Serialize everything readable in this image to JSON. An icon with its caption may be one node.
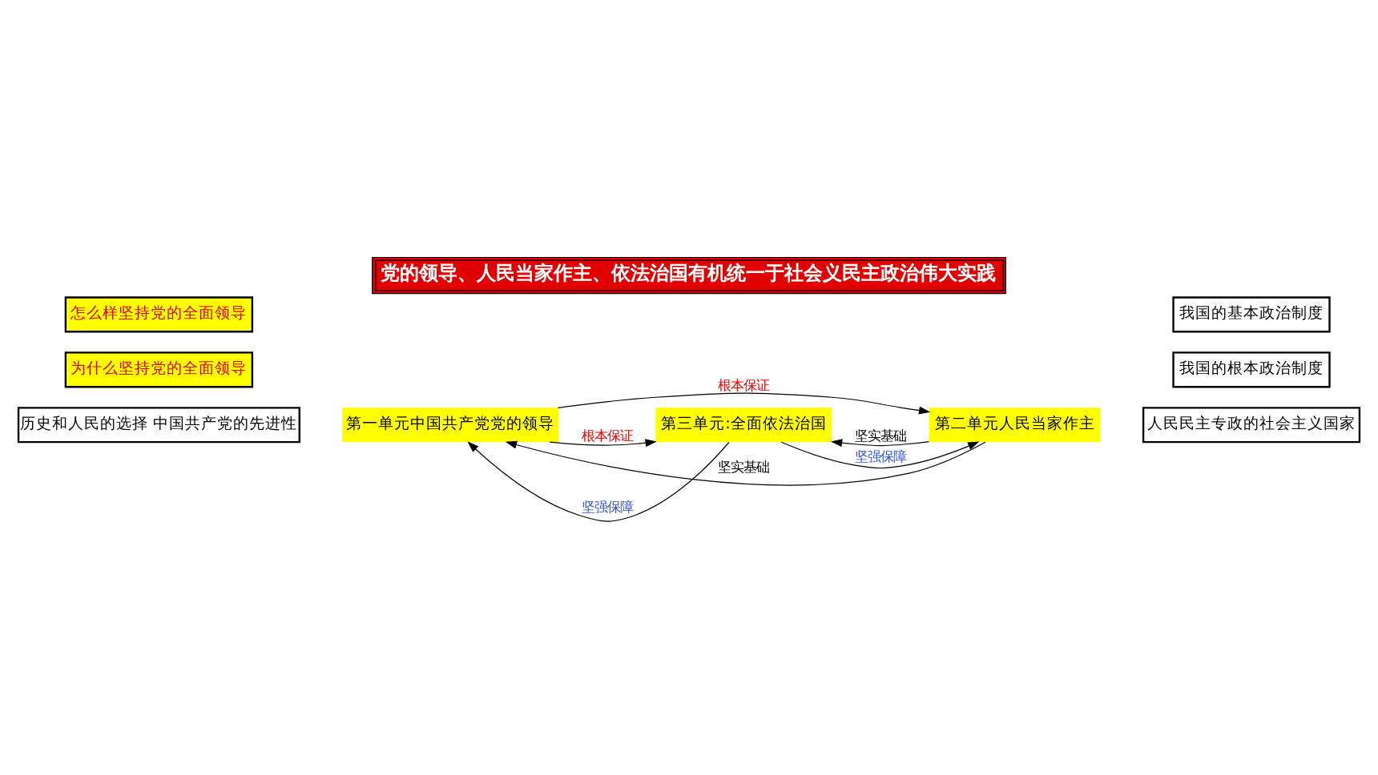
{
  "diagram": {
    "title": "党的领导、人民当家作主、依法治国有机统一于社会义民主政治伟大实践",
    "nodes": [
      {
        "text": [
          "历史和人民的选择 中国共产党的先进性"
        ]
      },
      {
        "text": [
          "为什么坚持党的全面领导"
        ]
      },
      {
        "text": [
          "怎么样坚持党的全面领导"
        ]
      },
      {
        "text": [
          "第一单元中国共产党党的领导"
        ]
      },
      {
        "text": [
          "第二单元人民当家作主"
        ]
      },
      {
        "text": [
          "第三单元:全面依法治国"
        ]
      },
      {
        "text": [
          "人民民主专政的社会主义国家"
        ]
      },
      {
        "text": [
          "我国的根本政治制度"
        ]
      },
      {
        "text": [
          "我国的基本政治制度"
        ]
      }
    ],
    "edges": [
      {
        "from": 3,
        "to": 4,
        "arrow": "to",
        "label": "根本保证"
      },
      {
        "from": 4,
        "to": 3,
        "arrow": "to",
        "label": "坚实基础"
      },
      {
        "from": 5,
        "to": 3,
        "arrow": "to",
        "label": "坚强保障"
      },
      {
        "from": 3,
        "to": 5,
        "arrow": "to",
        "label": "根本保证"
      },
      {
        "from": 4,
        "to": 5,
        "arrow": "to",
        "label": "坚实基础"
      },
      {
        "from": 5,
        "to": 4,
        "arrow": "to",
        "label": "坚强保障"
      }
    ]
  }
}
